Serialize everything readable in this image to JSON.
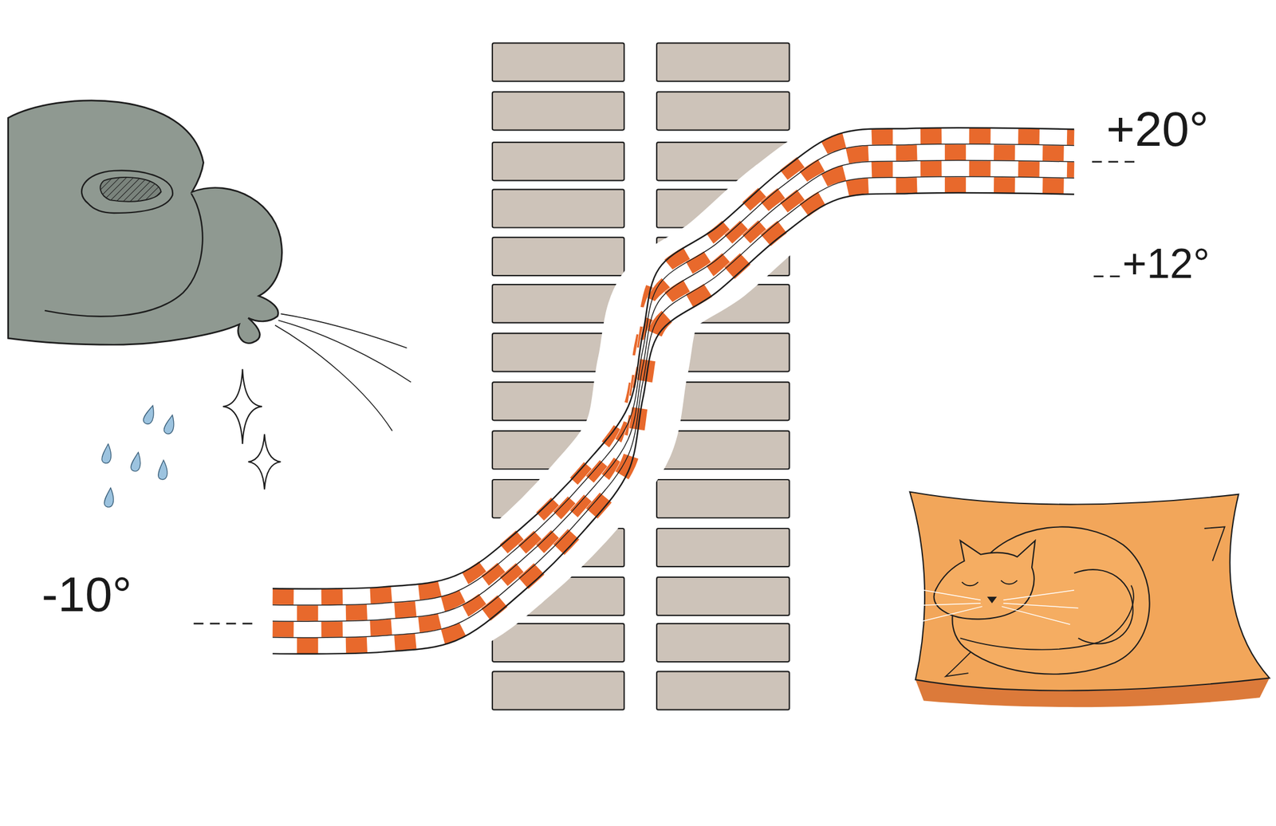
{
  "diagram": {
    "labels": [
      "-10°",
      "+20°",
      "+12°"
    ]
  }
}
